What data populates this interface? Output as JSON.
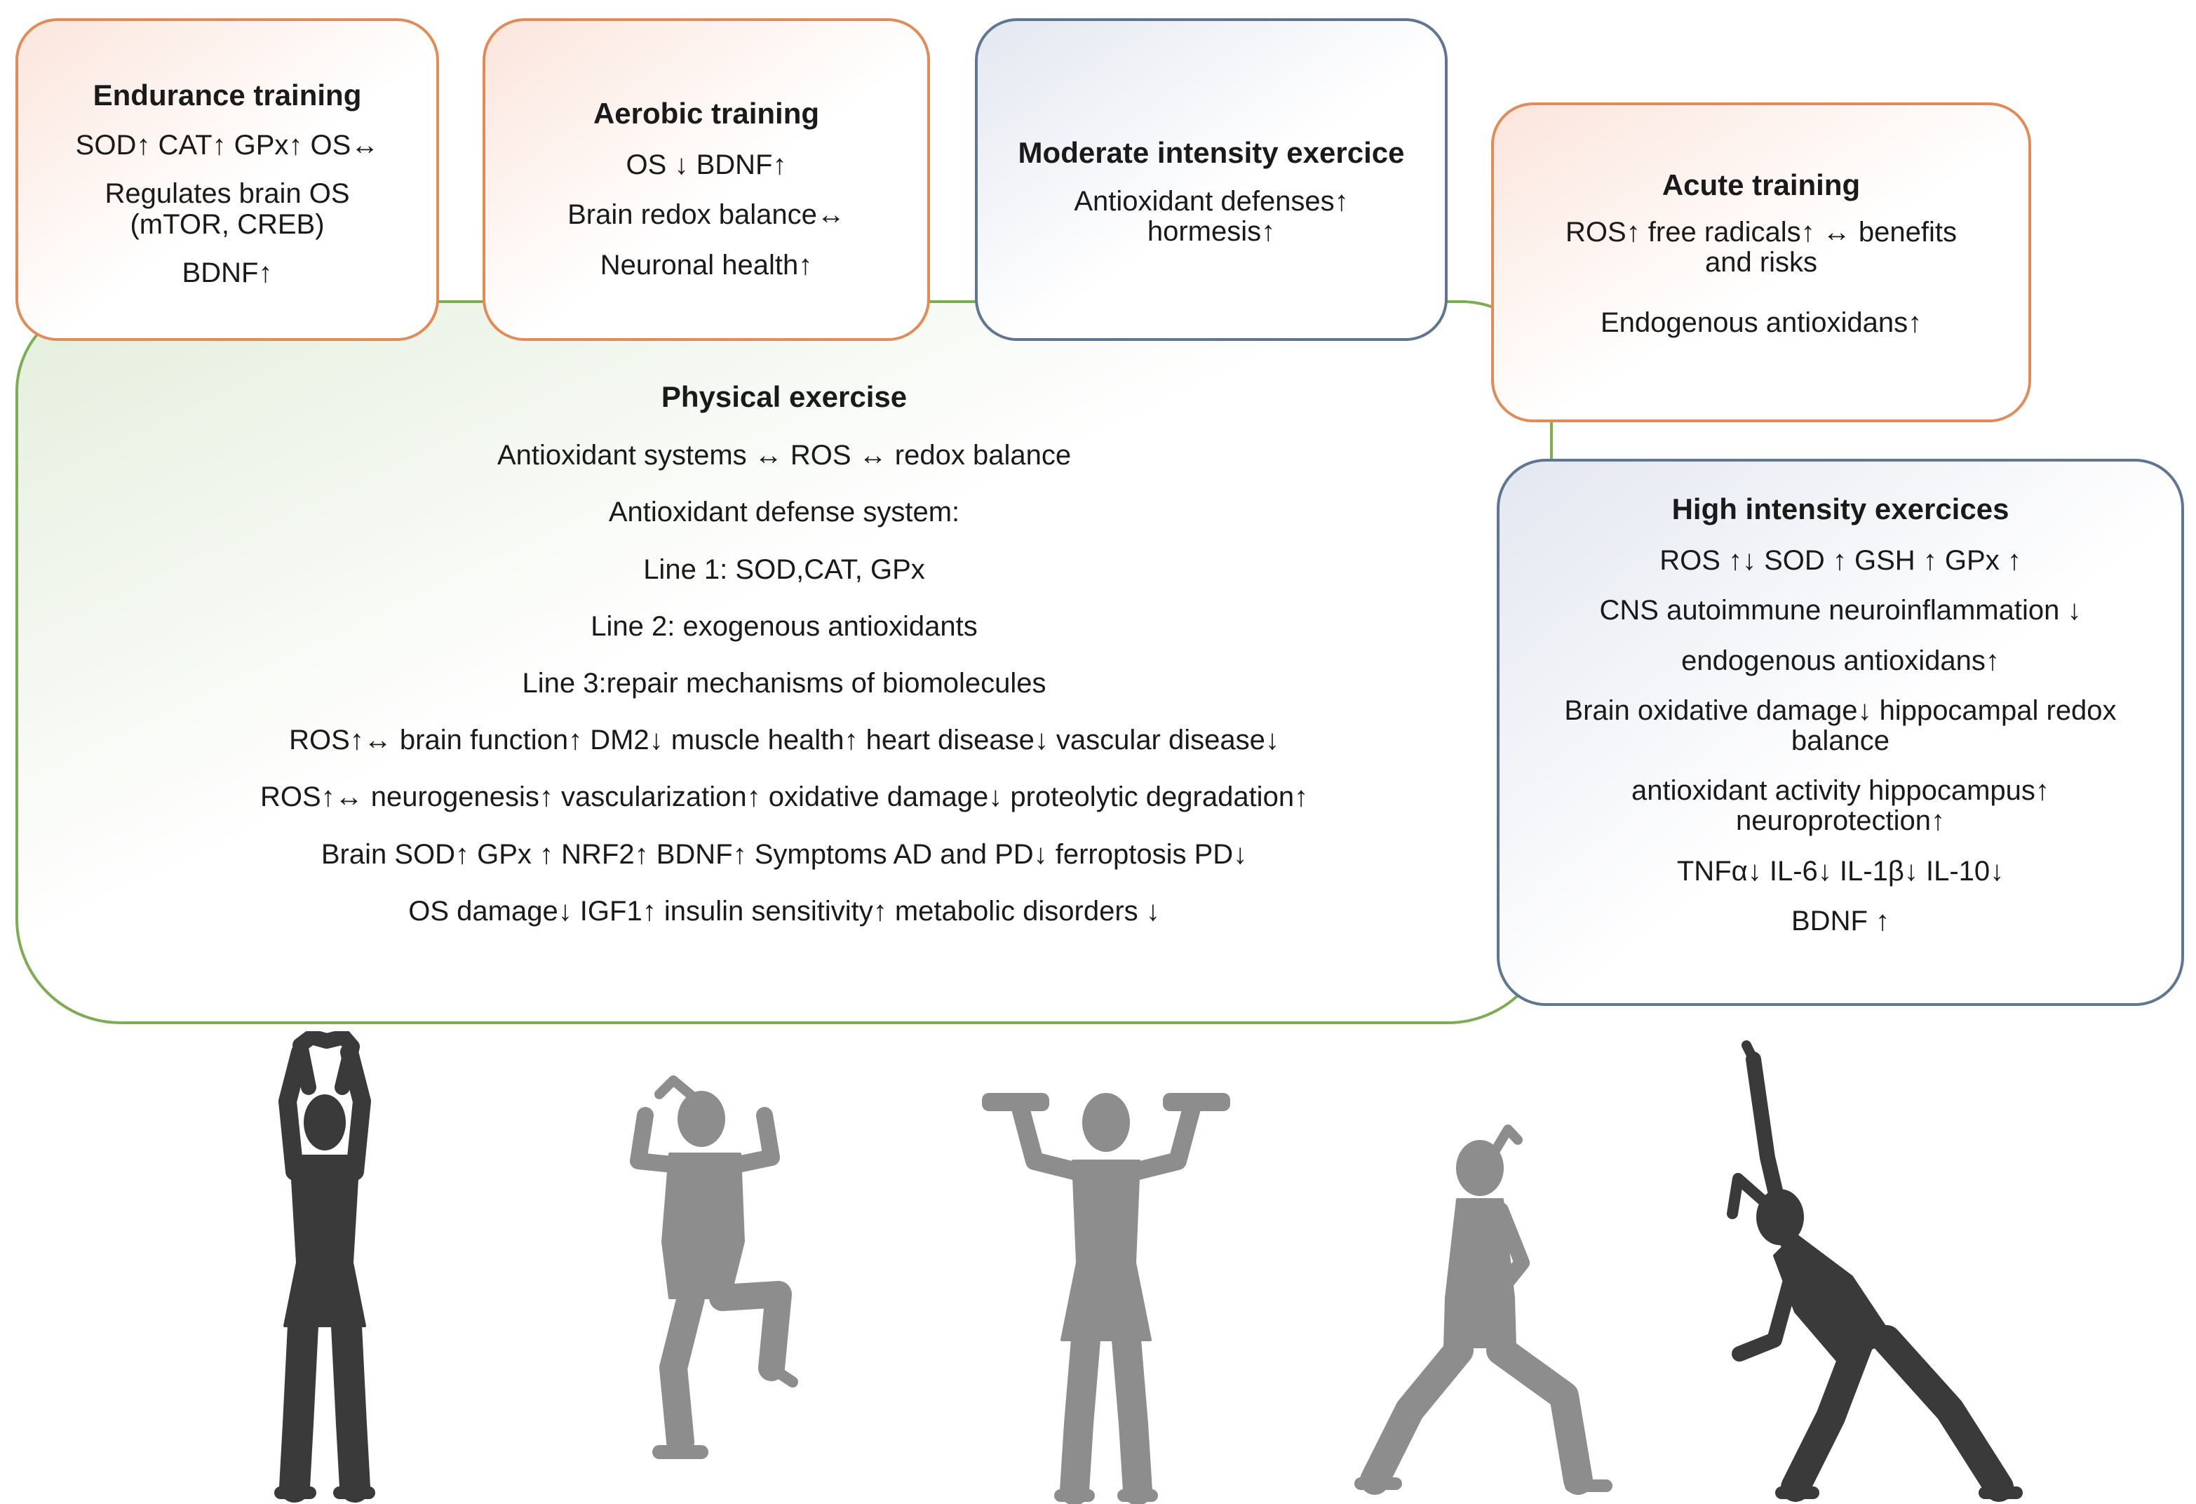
{
  "endurance": {
    "title": "Endurance training",
    "line1": "SOD↑ CAT↑ GPx↑ OS↔",
    "line2a": "Regulates brain OS",
    "line2b": "(mTOR, CREB)",
    "line3": "BDNF↑"
  },
  "aerobic": {
    "title": "Aerobic  training",
    "line1": "OS ↓ BDNF↑",
    "line2": "Brain redox balance↔",
    "line3": "Neuronal health↑"
  },
  "moderate": {
    "title": "Moderate intensity exercice",
    "line1a": "Antioxidant defenses↑",
    "line1b": "hormesis↑"
  },
  "acute": {
    "title": "Acute training",
    "line1a": "ROS↑  free radicals↑ ↔ benefits",
    "line1b": "and risks",
    "line2": "Endogenous antioxidans↑"
  },
  "physical": {
    "title": "Physical exercise",
    "lines": [
      "Antioxidant systems ↔ ROS ↔ redox balance",
      "Antioxidant defense system:",
      "Line 1: SOD,CAT, GPx",
      "Line 2: exogenous antioxidants",
      "Line 3:repair mechanisms of biomolecules",
      "ROS↑↔ brain function↑ DM2↓ muscle health↑ heart disease↓ vascular disease↓",
      "ROS↑↔ neurogenesis↑ vascularization↑ oxidative damage↓ proteolytic degradation↑",
      "Brain SOD↑ GPx ↑ NRF2↑ BDNF↑ Symptoms AD and PD↓ ferroptosis PD↓",
      "OS damage↓ IGF1↑ insulin sensitivity↑ metabolic disorders ↓"
    ]
  },
  "high": {
    "title": "High intensity exercices",
    "line1": "ROS ↑↓ SOD ↑ GSH ↑ GPx ↑",
    "line2": "CNS autoimmune neuroinflammation ↓",
    "line3": "endogenous antioxidans↑",
    "line4a": "Brain oxidative damage↓ hippocampal redox",
    "line4b": "balance",
    "line5a": "antioxidant activity hippocampus↑",
    "line5b": "neuroprotection↑",
    "line6": "TNFα↓ IL-6↓ IL-1β↓ IL-10↓",
    "line7": "BDNF ↑"
  },
  "colors": {
    "orange_border": "#e08b5a",
    "blue_border": "#5f7592",
    "green_border": "#7eac55",
    "figure_dark": "#3a3a3a",
    "figure_light": "#8d8d8d"
  },
  "icons": [
    "arms-raised-figure-icon",
    "knee-raise-figure-icon",
    "dumbbell-press-figure-icon",
    "lunge-figure-icon",
    "side-stretch-figure-icon"
  ]
}
